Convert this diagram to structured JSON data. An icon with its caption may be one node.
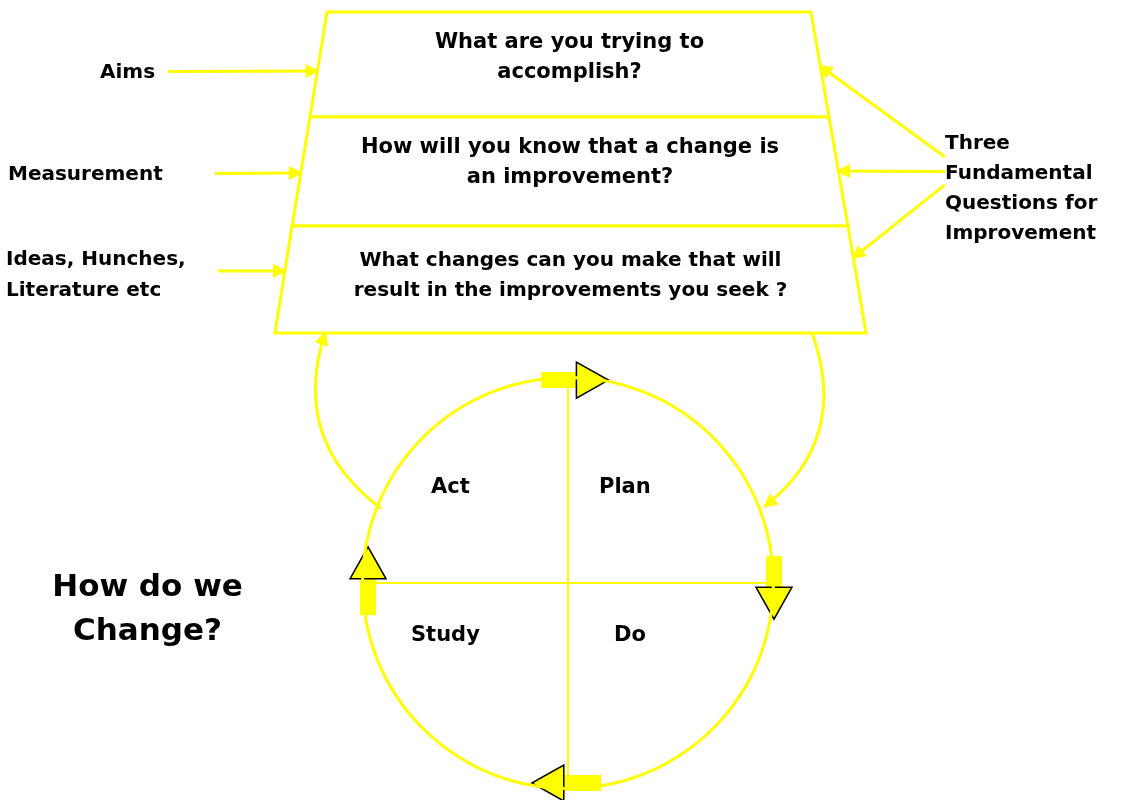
{
  "diagram": {
    "nodes": [
      {
        "text": [
          "What are you trying to accomplish?"
        ]
      },
      {
        "text": [
          "How will you know that a change is an improvement?"
        ]
      },
      {
        "text": [
          "What changes can you make that will result in the improvements you seek ?"
        ]
      },
      {
        "text": [
          "Aims"
        ]
      },
      {
        "text": [
          "Measurement"
        ]
      },
      {
        "text": [
          "Ideas, Hunches, Literature etc"
        ]
      },
      {
        "text": [
          "Three Fundamental Questions for Improvement"
        ]
      },
      {
        "text": [],
        "shape": "circle"
      },
      {
        "text": [
          "Act"
        ],
        "in": 7
      },
      {
        "text": [
          "Plan"
        ],
        "in": 7
      },
      {
        "text": [
          "Study"
        ],
        "in": 7
      },
      {
        "text": [
          "Do"
        ],
        "in": 7
      }
    ],
    "edges": [
      {
        "from": 3,
        "to": 0,
        "arrow": "to"
      },
      {
        "from": 4,
        "to": 1,
        "arrow": "to"
      },
      {
        "from": 5,
        "to": 2,
        "arrow": "to"
      },
      {
        "from": 6,
        "to": 0,
        "arrow": "to"
      },
      {
        "from": 6,
        "to": 1,
        "arrow": "to"
      },
      {
        "from": 6,
        "to": 2,
        "arrow": "to"
      },
      {
        "from": 8,
        "to": 2,
        "arrow": "to"
      },
      {
        "from": 2,
        "to": 9,
        "arrow": "to"
      },
      {
        "from": 8,
        "to": 9,
        "arrow": "to",
        "style": "thick"
      },
      {
        "from": 9,
        "to": 11,
        "arrow": "to",
        "style": "thick"
      },
      {
        "from": 11,
        "to": 10,
        "arrow": "to",
        "style": "thick"
      },
      {
        "from": 10,
        "to": 8,
        "arrow": "to",
        "style": "thick"
      }
    ],
    "labels": [
      "How do we Change?"
    ]
  }
}
